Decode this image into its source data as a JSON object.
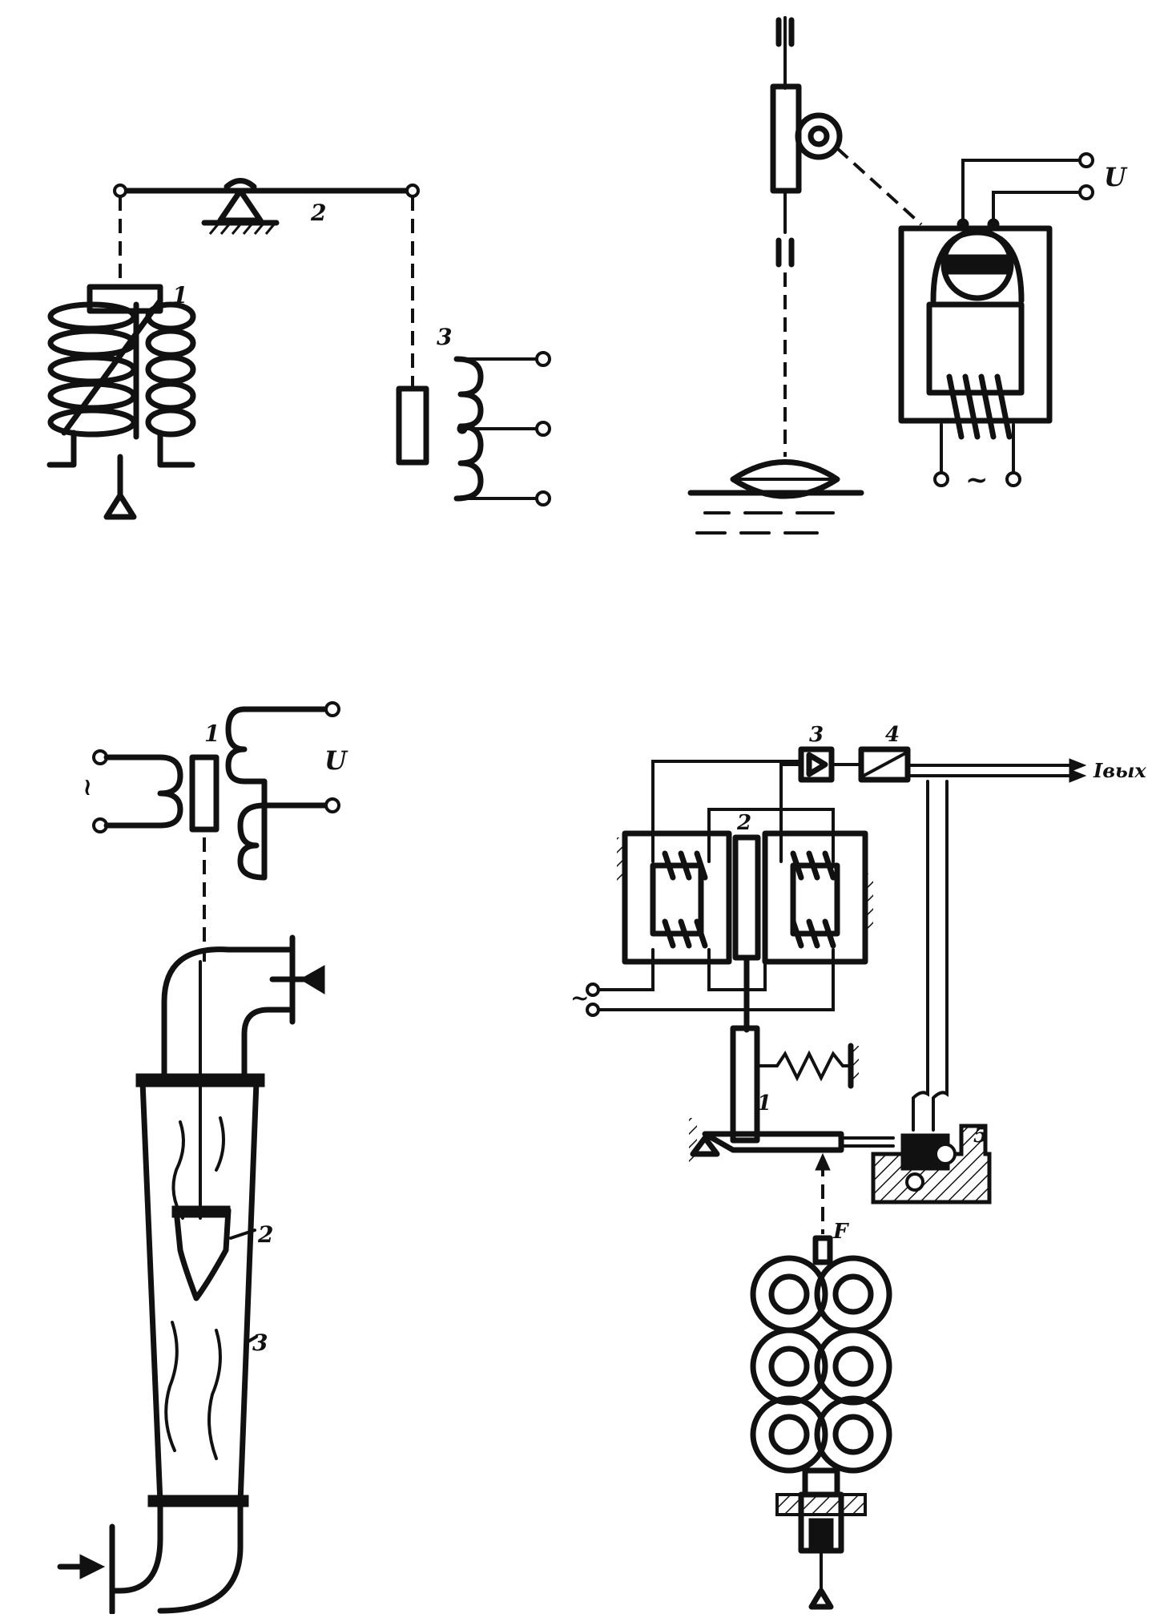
{
  "figure_a": {
    "labels": {
      "coil": "1",
      "lever": "2",
      "transformer": "3"
    }
  },
  "figure_b": {
    "labels": {
      "voltage": "U",
      "ac_supply": "~"
    }
  },
  "figure_c": {
    "labels": {
      "transformer": "1",
      "voltage": "U",
      "ac_supply": "~",
      "float": "2",
      "tube": "3"
    }
  },
  "figure_d": {
    "labels": {
      "lever": "1",
      "armature": "2",
      "amplifier": "3",
      "converter": "4",
      "motor": "5",
      "force": "F",
      "output": "Iвых",
      "ac_supply": "~"
    }
  }
}
